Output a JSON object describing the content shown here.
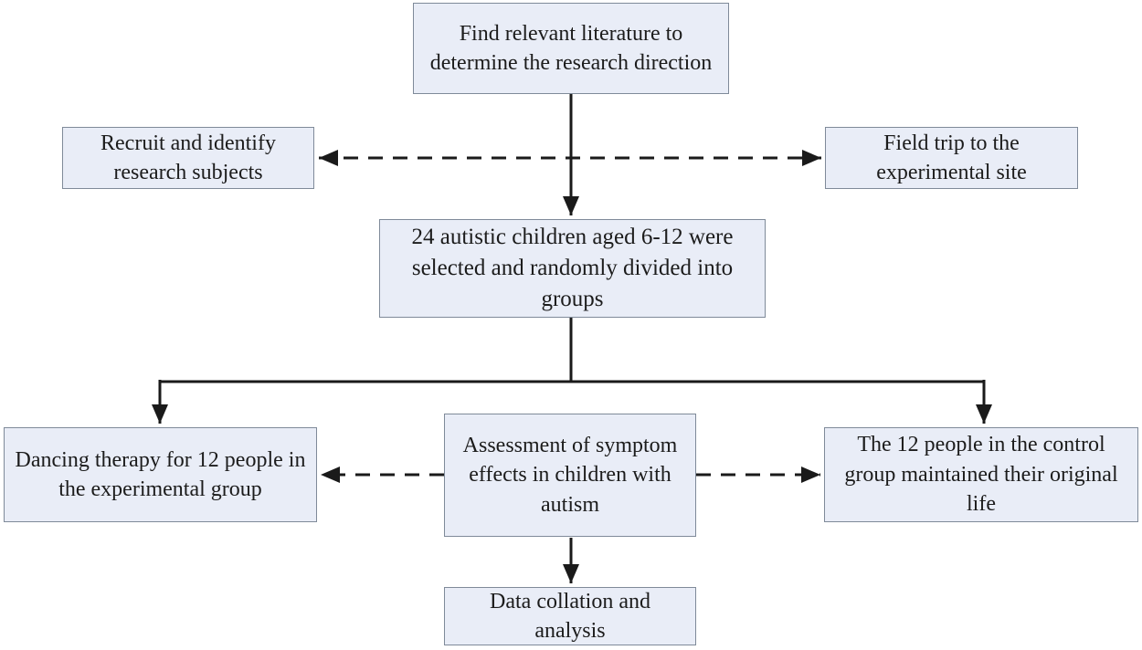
{
  "diagram_type": "flowchart",
  "colors": {
    "box_fill": "#e9edf7",
    "box_border": "#7f8a99",
    "connector": "#1a1a1a",
    "text": "#1c1c1c",
    "background": "#ffffff"
  },
  "nodes": {
    "find_literature": {
      "label": "Find relevant literature to determine the research direction"
    },
    "recruit_subjects": {
      "label": "Recruit and identify research subjects"
    },
    "field_trip": {
      "label": "Field trip to the experimental site"
    },
    "children_selected": {
      "label": "24 autistic children aged 6-12 were selected and randomly divided into groups"
    },
    "dancing_therapy": {
      "label": "Dancing therapy for 12 people in the experimental group"
    },
    "assessment": {
      "label": "Assessment of symptom effects in children with autism"
    },
    "control_group": {
      "label": "The 12 people in the control group maintained their original life"
    },
    "data_collation": {
      "label": "Data collation and analysis"
    }
  },
  "edges": [
    {
      "from": "find_literature",
      "to": "children_selected",
      "style": "solid",
      "arrow": "single"
    },
    {
      "from": "recruit_subjects",
      "to": "field_trip",
      "style": "dashed",
      "arrow": "double"
    },
    {
      "from": "children_selected",
      "to": "dancing_therapy",
      "style": "solid",
      "arrow": "single"
    },
    {
      "from": "children_selected",
      "to": "control_group",
      "style": "solid",
      "arrow": "single"
    },
    {
      "from": "assessment",
      "to": "dancing_therapy",
      "style": "dashed",
      "arrow": "single"
    },
    {
      "from": "assessment",
      "to": "control_group",
      "style": "dashed",
      "arrow": "single"
    },
    {
      "from": "assessment",
      "to": "data_collation",
      "style": "solid",
      "arrow": "single"
    }
  ]
}
